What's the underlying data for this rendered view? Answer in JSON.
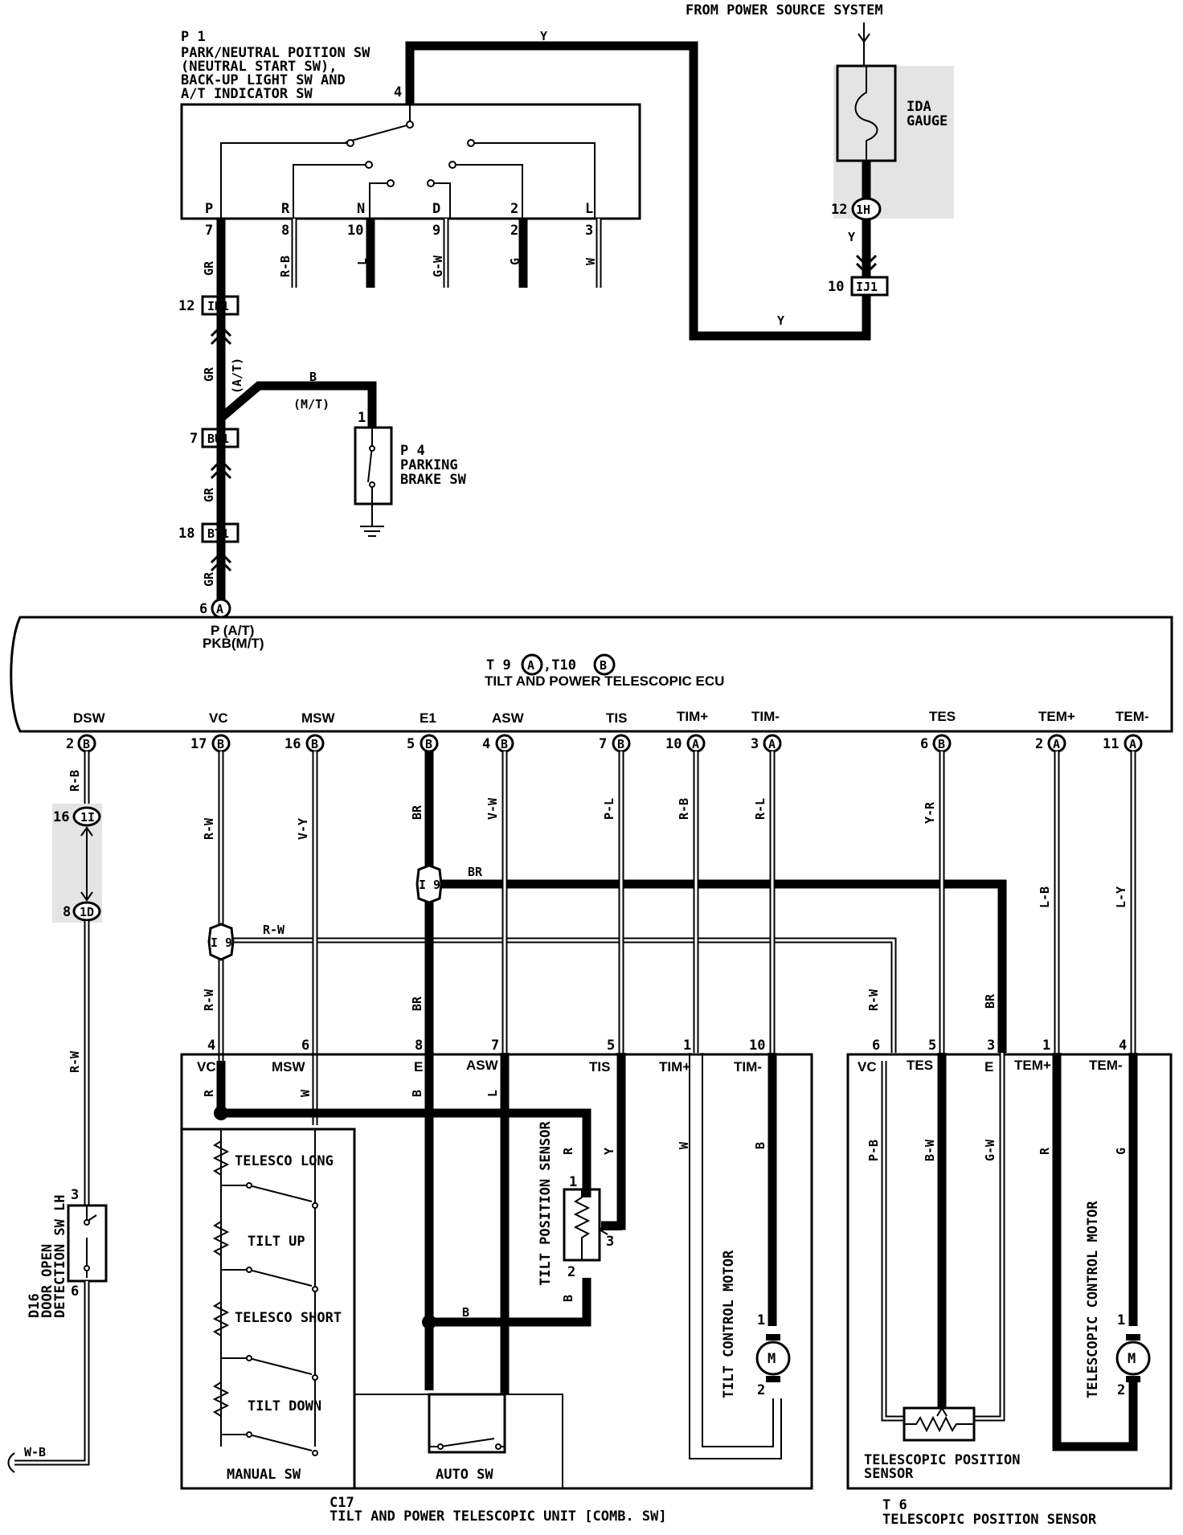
{
  "power_source": "FROM POWER SOURCE SYSTEM",
  "fuse": {
    "id": "IDA",
    "name": "GAUGE"
  },
  "connectors": {
    "c1h": "1H",
    "c1h_pin": "12",
    "ij1": "IJ1",
    "ij1_pin": "10",
    "ik1": "IK1",
    "ik1_pin": "12",
    "bu1": "BU1",
    "bu1_pin": "7",
    "bt1": "BT1",
    "bt1_pin": "18",
    "c1i": "1I",
    "c1i_pin": "16",
    "c1d": "1D",
    "c1d_pin": "8",
    "ecu_a_pin": "6",
    "ecu_a": "A",
    "junction": "I 9"
  },
  "p1": {
    "id": "P 1",
    "lines": [
      "PARK/NEUTRAL POITION SW",
      "(NEUTRAL START SW),",
      "BACK-UP LIGHT SW AND",
      "A/T INDICATOR SW"
    ],
    "top_pin": "4",
    "positions": [
      "P",
      "R",
      "N",
      "D",
      "2",
      "L"
    ],
    "pins": [
      "7",
      "8",
      "10",
      "9",
      "2",
      "3"
    ],
    "wires": [
      "GR",
      "R-B",
      "L",
      "G-W",
      "G",
      "W"
    ]
  },
  "p4": {
    "id": "P 4",
    "lines": [
      "PARKING",
      "BRAKE SW"
    ],
    "pin": "1"
  },
  "wire_labels": {
    "y": "Y",
    "b": "B",
    "mt": "(M/T)",
    "at": "(A/T)",
    "gr": "GR",
    "rb": "R-B",
    "rw": "R-W",
    "vy": "V-Y",
    "br": "BR",
    "vw": "V-W",
    "pl": "P-L",
    "rl": "R-L",
    "yr": "Y-R",
    "lb": "L-B",
    "ly": "L-Y",
    "wb": "W-B"
  },
  "ecu": {
    "title_prefix": "T 9",
    "conn_a": "A",
    "title_mid": ",T10",
    "conn_b": "B",
    "name": "TILT AND POWER  TELESCOPIC ECU",
    "left_labels": [
      "P (A/T)",
      "PKB(M/T)"
    ],
    "terminals": [
      {
        "name": "DSW",
        "pin": "2",
        "conn": "B"
      },
      {
        "name": "VC",
        "pin": "17",
        "conn": "B"
      },
      {
        "name": "MSW",
        "pin": "16",
        "conn": "B"
      },
      {
        "name": "E1",
        "pin": "5",
        "conn": "B"
      },
      {
        "name": "ASW",
        "pin": "4",
        "conn": "B"
      },
      {
        "name": "TIS",
        "pin": "7",
        "conn": "B"
      },
      {
        "name": "TIM+",
        "pin": "10",
        "conn": "A"
      },
      {
        "name": "TIM-",
        "pin": "3",
        "conn": "A"
      },
      {
        "name": "TES",
        "pin": "6",
        "conn": "B"
      },
      {
        "name": "TEM+",
        "pin": "2",
        "conn": "A"
      },
      {
        "name": "TEM-",
        "pin": "11",
        "conn": "A"
      }
    ]
  },
  "c17": {
    "id": "C17",
    "name": "TILT AND POWER TELESCOPIC UNIT [COMB. SW]",
    "terminals": [
      "VC",
      "MSW",
      "E",
      "ASW",
      "TIS",
      "TIM+",
      "TIM-"
    ],
    "pins": [
      "4",
      "6",
      "8",
      "7",
      "5",
      "1",
      "10"
    ],
    "inner_wires": [
      "R",
      "W",
      "B",
      "L",
      "Y",
      "W",
      "B"
    ],
    "switches": [
      "TELESCO LONG",
      "TILT UP",
      "TELESCO SHORT",
      "TILT DOWN"
    ],
    "manual_sw": "MANUAL SW",
    "auto_sw": "AUTO SW",
    "tilt_sensor": "TILT POSITION SENSOR",
    "tilt_motor": "TILT CONTROL MOTOR",
    "motor": "M"
  },
  "t6": {
    "id": "T 6",
    "name": "TELESCOPIC POSITION SENSOR",
    "terminals": [
      "VC",
      "TES",
      "E",
      "TEM+",
      "TEM-"
    ],
    "pins": [
      "6",
      "5",
      "3",
      "1",
      "4"
    ],
    "inner_wires": [
      "P-B",
      "B-W",
      "G-W",
      "R",
      "G"
    ],
    "sensor": "TELESCOPIC POSITION SENSOR",
    "motor_label": "TELESCOPIC CONTROL MOTOR"
  },
  "d16": {
    "id": "D16",
    "lines": [
      "DOOR OPEN",
      "DETECTION SW LH"
    ],
    "pins": [
      "3",
      "6"
    ]
  }
}
